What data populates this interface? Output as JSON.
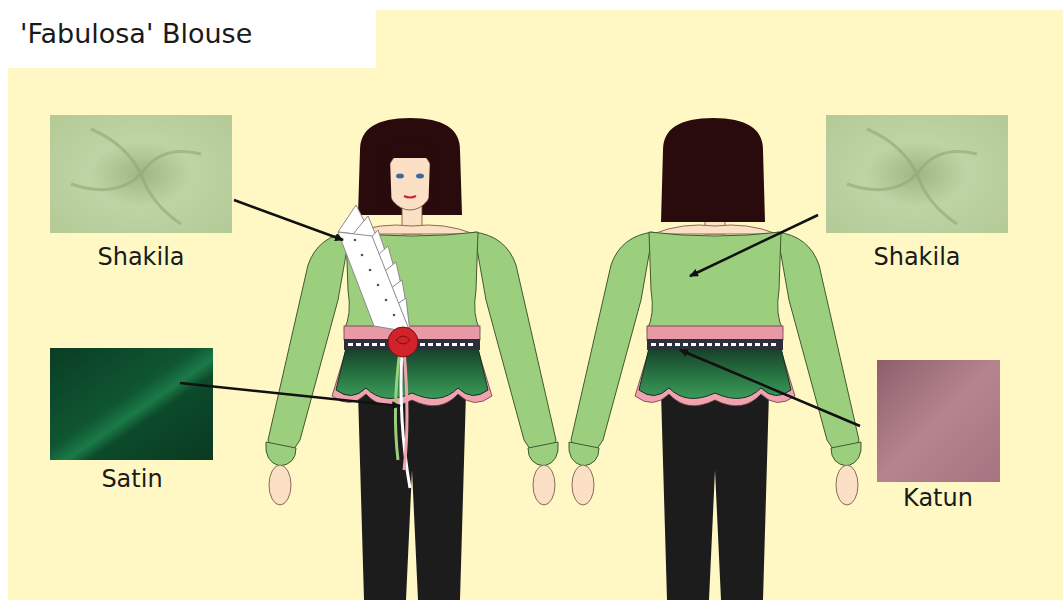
{
  "diagram": {
    "title": "'Fabulosa' Blouse",
    "labels": [
      "Shakila",
      "Satin",
      "Shakila",
      "Katun"
    ]
  }
}
